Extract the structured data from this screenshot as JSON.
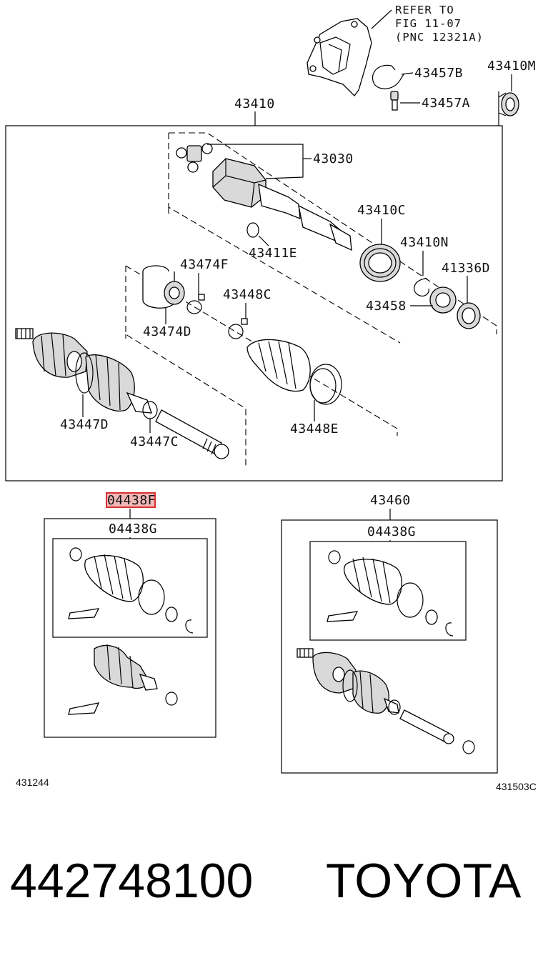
{
  "refer": {
    "line1": "REFER TO",
    "line2": "FIG 11-07",
    "line3": "(PNC 12321A)"
  },
  "labels": {
    "p43457B": "43457B",
    "p43410M": "43410M",
    "p43457A": "43457A",
    "p43410": "43410",
    "p43030": "43030",
    "p43410C": "43410C",
    "p43411E": "43411E",
    "p43410N": "43410N",
    "p43474F": "43474F",
    "p41336D": "41336D",
    "p43448C": "43448C",
    "p43458": "43458",
    "p43474D": "43474D",
    "p43447D": "43447D",
    "p43448E": "43448E",
    "p43447C": "43447C",
    "p04438F": "04438F",
    "p43460": "43460",
    "p04438G_left": "04438G",
    "p04438G_right": "04438G"
  },
  "codes": {
    "left": "431244",
    "right": "431503C"
  },
  "footer": {
    "part_number": "442748100",
    "brand": "TOYOTA"
  },
  "colors": {
    "highlight": "#d93030",
    "line": "#000000"
  }
}
